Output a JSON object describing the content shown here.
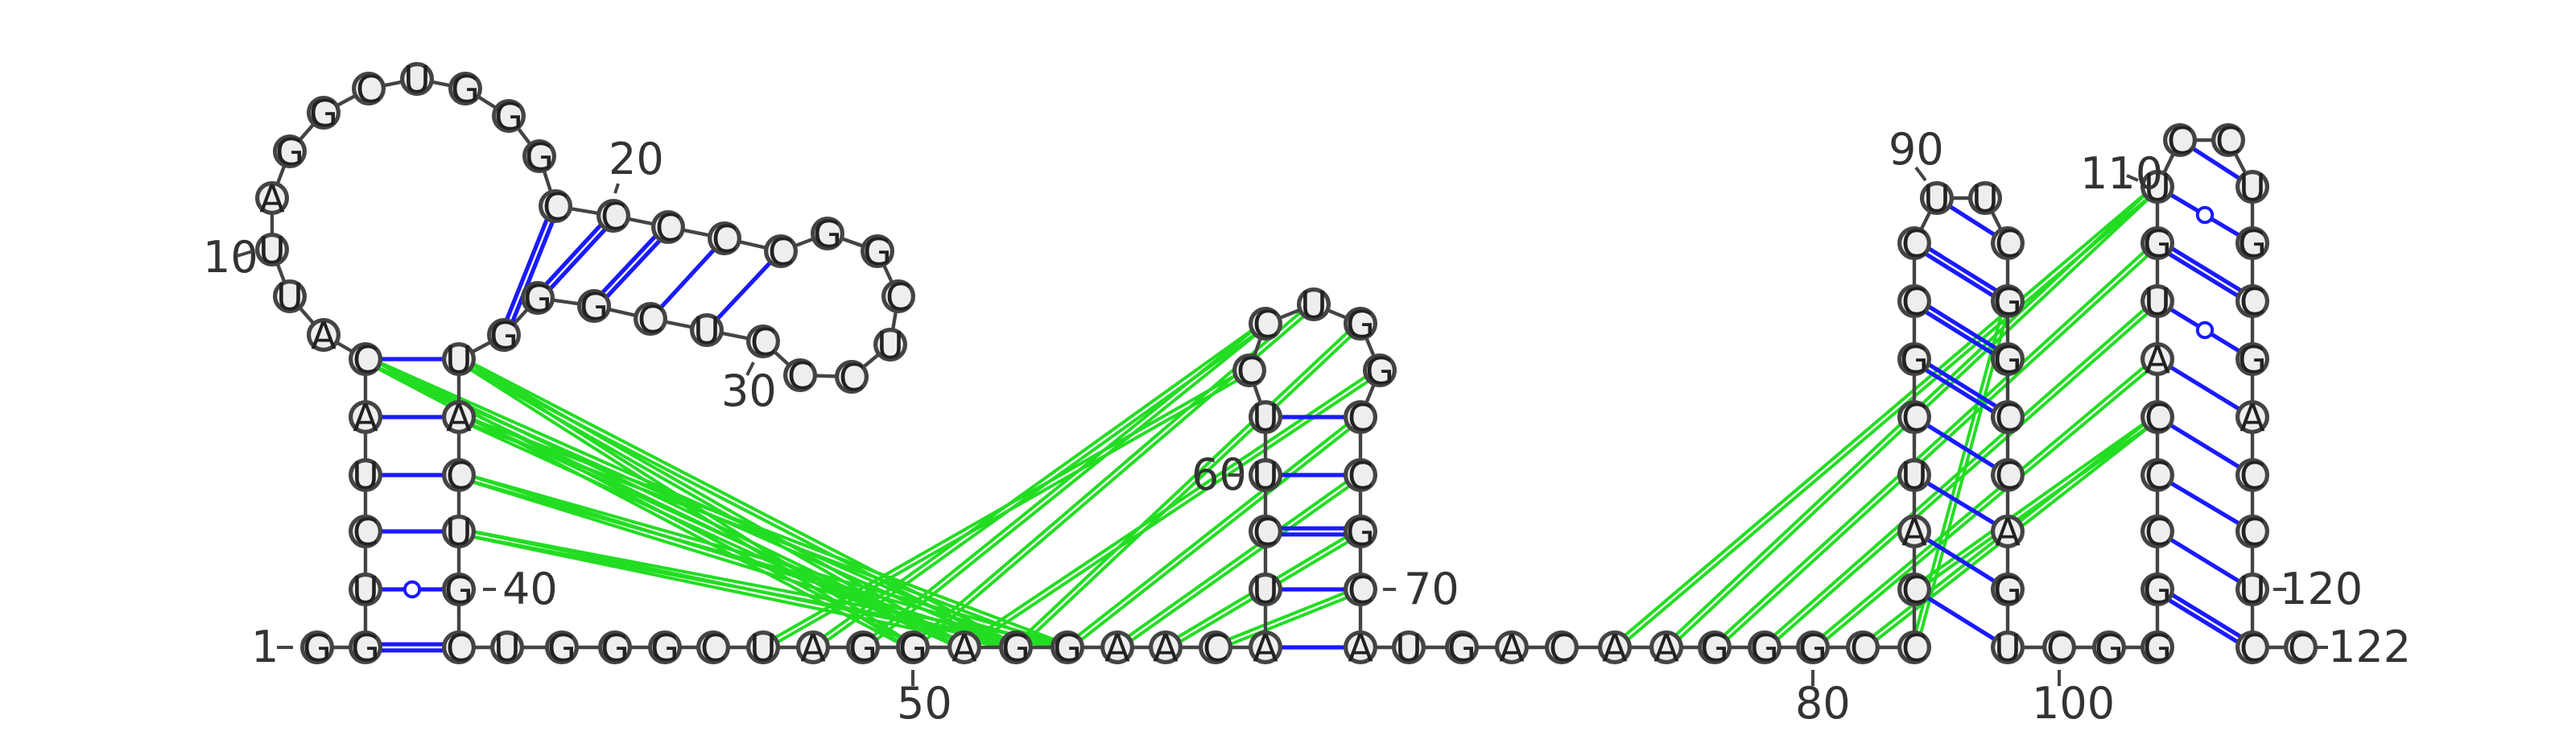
{
  "sequence": "GGUCUACAUUAGGCUGGGCCCCCGGCUCCCUCGGGUACUGCUGGGCUAGGAGGAACAUCUUCCUGGCCGCAUGACAAGGGCCCAUCGCCUUCGGCCAGUCGGGCCCAUGUCCUGCGACCUCC",
  "number_labels": [
    "1",
    "10",
    "20",
    "30",
    "40",
    "50",
    "60",
    "70",
    "80",
    "90",
    "100",
    "110",
    "120",
    "122"
  ],
  "pair_legend": {
    "watson_crick": "#1a1aff",
    "wobble_gu": "#1a1aff",
    "pseudoknot": "#22dd22"
  },
  "colors": {
    "node_fill": "#eeeeee",
    "node_stroke": "#444444",
    "backbone": "#444444"
  }
}
